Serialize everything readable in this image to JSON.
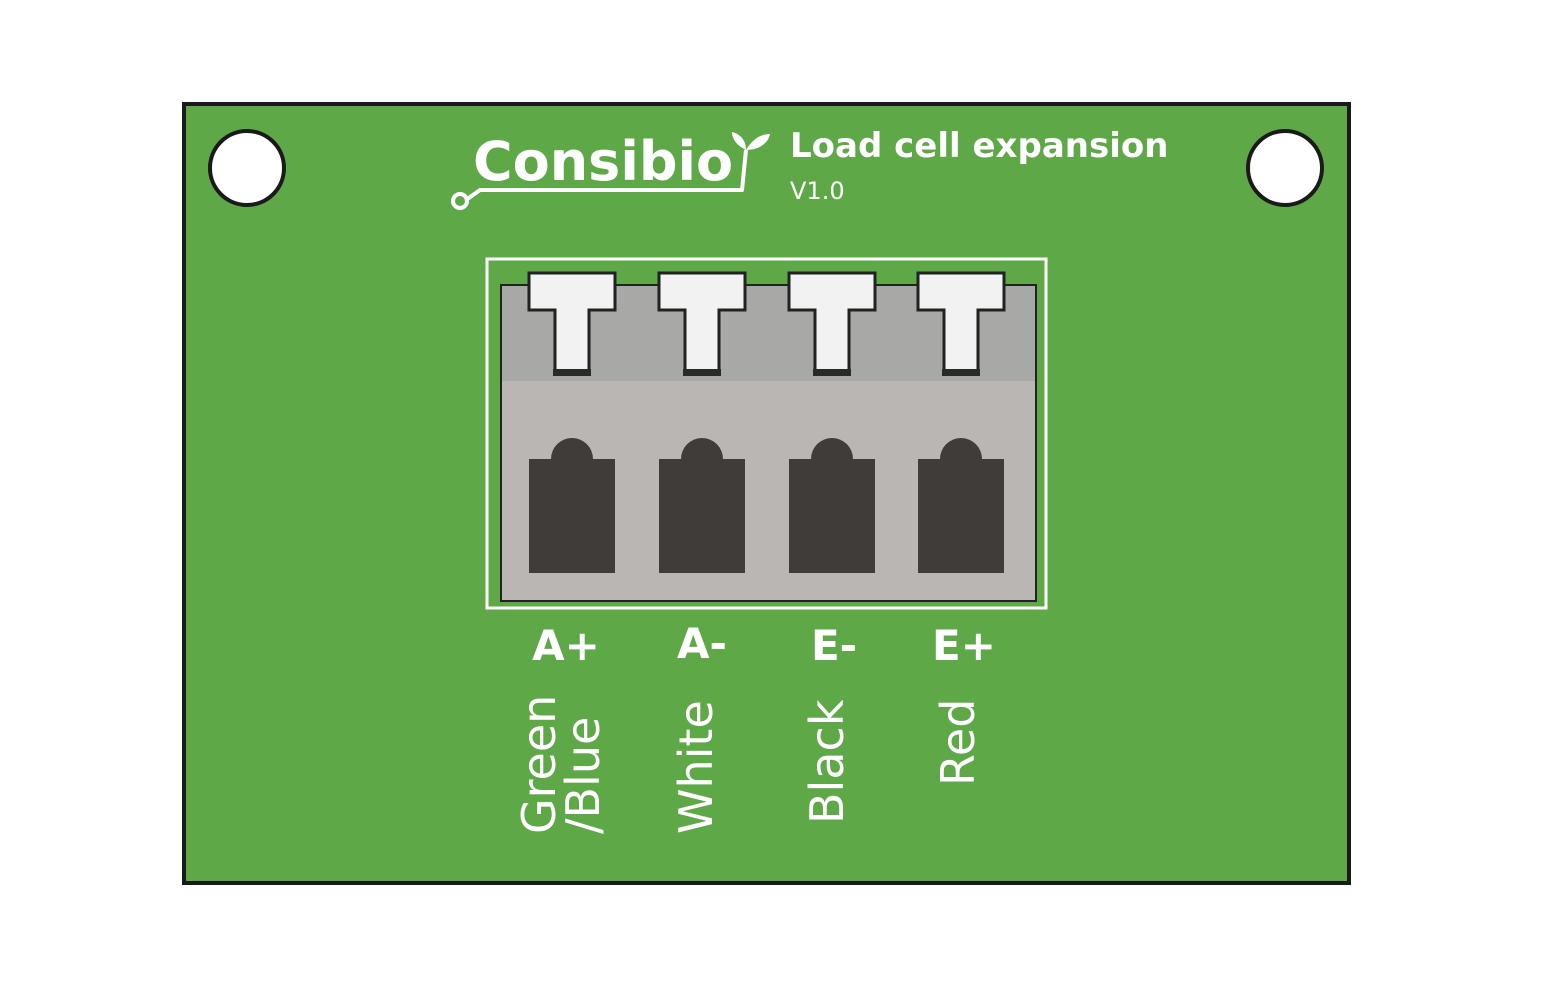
{
  "board": {
    "brand": "Consibio",
    "title": "Load cell expansion",
    "version": "V1.0"
  },
  "terminals": [
    {
      "pin": "A+",
      "wire": [
        "Green",
        "/Blue"
      ]
    },
    {
      "pin": "A-",
      "wire": [
        "White"
      ]
    },
    {
      "pin": "E-",
      "wire": [
        "Black"
      ]
    },
    {
      "pin": "E+",
      "wire": [
        "Red"
      ]
    }
  ],
  "colors": {
    "pcb": "#5ea848",
    "pcb_border": "#1a1a1a",
    "silkscreen": "#ffffff",
    "connector_top": "#a8a8a6",
    "connector_body": "#bab6b4",
    "terminal_hole": "#403c3a",
    "lever": "#f2f2f2"
  }
}
